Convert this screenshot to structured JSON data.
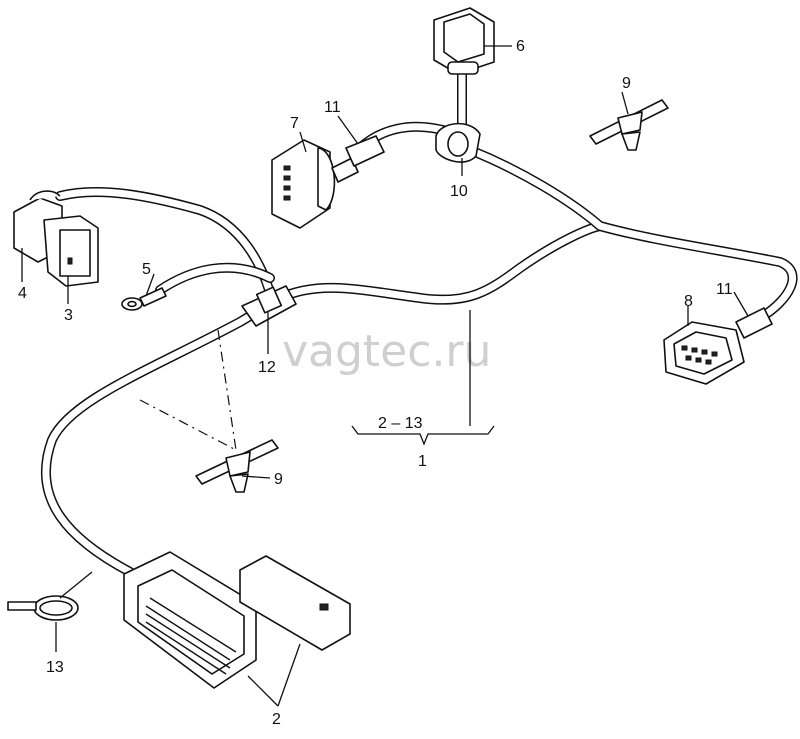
{
  "watermark": "vagtec.ru",
  "callouts": {
    "c1": "1",
    "c2_13": "2 – 13",
    "c2": "2",
    "c3": "3",
    "c4": "4",
    "c5": "5",
    "c6": "6",
    "c7": "7",
    "c8": "8",
    "c9_top": "9",
    "c9_mid": "9",
    "c10": "10",
    "c11_left": "11",
    "c11_right": "11",
    "c12": "12",
    "c13": "13"
  }
}
